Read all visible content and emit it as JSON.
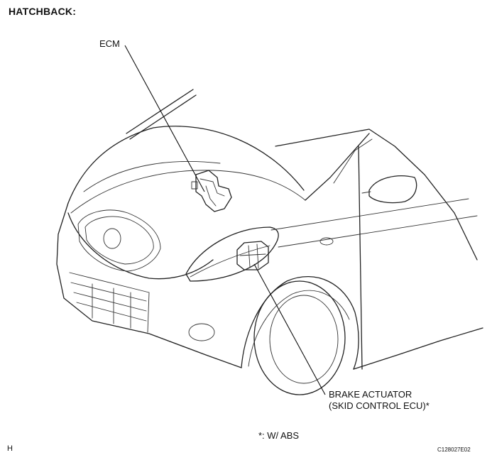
{
  "header": "HATCHBACK:",
  "callouts": {
    "ecm": "ECM",
    "brake_actuator_line1": "BRAKE ACTUATOR",
    "brake_actuator_line2": "(SKID CONTROL ECU)*"
  },
  "footnote": "*: W/ ABS",
  "corner_mark": "H",
  "figure_code": "C128027E02"
}
